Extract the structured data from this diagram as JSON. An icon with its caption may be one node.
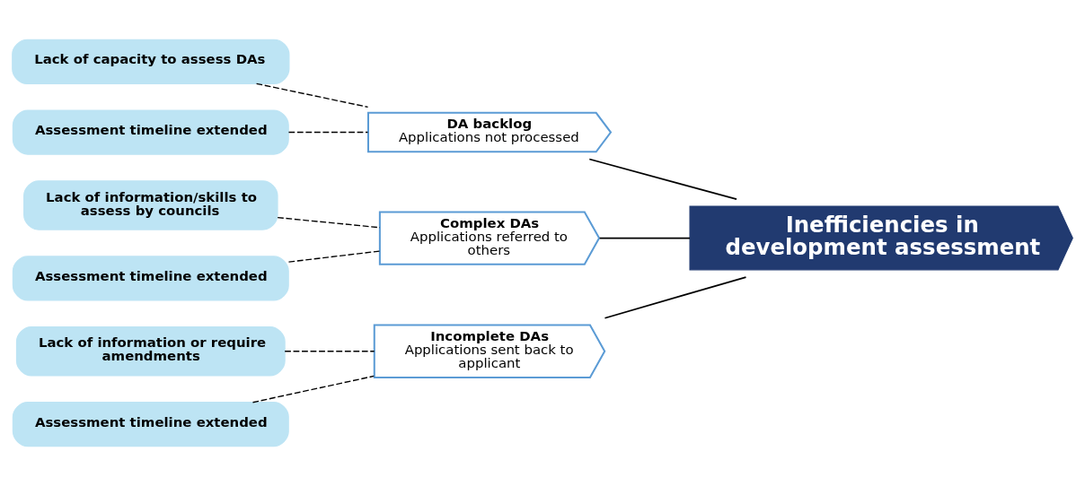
{
  "diagram": {
    "nodes": [
      {
        "text": [
          "Incomplete DAs",
          "Applications sent back to applicant"
        ]
      },
      {
        "text": [
          "Lack of information or require amendments"
        ]
      },
      {
        "text": [
          "Assessment timeline extended"
        ]
      },
      {
        "text": [
          "Inefficiencies in development assessment"
        ]
      },
      {
        "text": [
          "Lack of capacity to assess DAs"
        ]
      },
      {
        "text": [
          "Assessment timeline extended"
        ]
      },
      {
        "text": [
          "Lack of information/skills to assess by councils"
        ]
      },
      {
        "text": [
          "Assessment timeline extended"
        ]
      },
      {
        "text": [
          "DA backlog",
          "Applications not processed"
        ]
      },
      {
        "text": [
          "Complex DAs",
          "Applications referred to others"
        ]
      }
    ],
    "edges": [
      {
        "from": 0,
        "to": 3,
        "arrow": "none"
      },
      {
        "from": 8,
        "to": 3,
        "arrow": "none"
      },
      {
        "from": 9,
        "to": 3,
        "arrow": "none"
      },
      {
        "from": 1,
        "to": 0,
        "arrow": "none",
        "style": "dashed"
      },
      {
        "from": 2,
        "to": 0,
        "arrow": "none",
        "style": "dashed"
      },
      {
        "from": 4,
        "to": 8,
        "arrow": "none",
        "style": "dashed"
      },
      {
        "from": 5,
        "to": 8,
        "arrow": "none",
        "style": "dashed"
      },
      {
        "from": 6,
        "to": 9,
        "arrow": "none",
        "style": "dashed"
      },
      {
        "from": 7,
        "to": 9,
        "arrow": "none",
        "style": "dashed"
      }
    ]
  }
}
